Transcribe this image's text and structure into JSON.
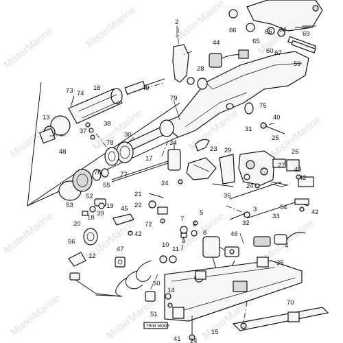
{
  "watermark": "MisterMarine",
  "parts": {
    "p2": "2",
    "p3": "3",
    "p4": "4",
    "p5": "5",
    "p6": "6",
    "p7": "7",
    "p8": "8",
    "p9": "9",
    "p10": "10",
    "p11": "11",
    "p12": "12",
    "p13": "13",
    "p14": "14",
    "p15": "15",
    "p16": "16",
    "p17": "17",
    "p18": "18",
    "p19": "19",
    "p20": "20",
    "p21": "21",
    "p22": "22",
    "p23": "23",
    "p24a": "24",
    "p24b": "24",
    "p24c": "24",
    "p25": "25",
    "p26": "26",
    "p27": "27",
    "p28": "28",
    "p29": "29",
    "p30": "30",
    "p31": "31",
    "p32": "32",
    "p33": "33",
    "p34": "34",
    "p35": "35",
    "p36": "36",
    "p37": "37",
    "p38": "38",
    "p39": "39",
    "p40": "40",
    "p41": "41",
    "p42a": "42",
    "p42b": "42",
    "p42c": "42",
    "p43": "43",
    "p44": "44",
    "p45": "45",
    "p46": "46",
    "p47": "47",
    "p48": "48",
    "p49": "49",
    "p50": "50",
    "p51": "51",
    "p52": "52",
    "p53": "53",
    "p54": "54",
    "p55": "55",
    "p56": "56",
    "p59": "59",
    "p60": "60",
    "p64": "64",
    "p65": "65",
    "p66a": "66",
    "p66b": "66",
    "p67": "67",
    "p69": "69",
    "p70": "70",
    "p72": "72",
    "p73": "73",
    "p74": "74",
    "p75": "75",
    "p76": "76",
    "p77": "77",
    "p78": "78",
    "p79": "79"
  },
  "labels": {
    "trim_mode": "TRIM MODE"
  }
}
